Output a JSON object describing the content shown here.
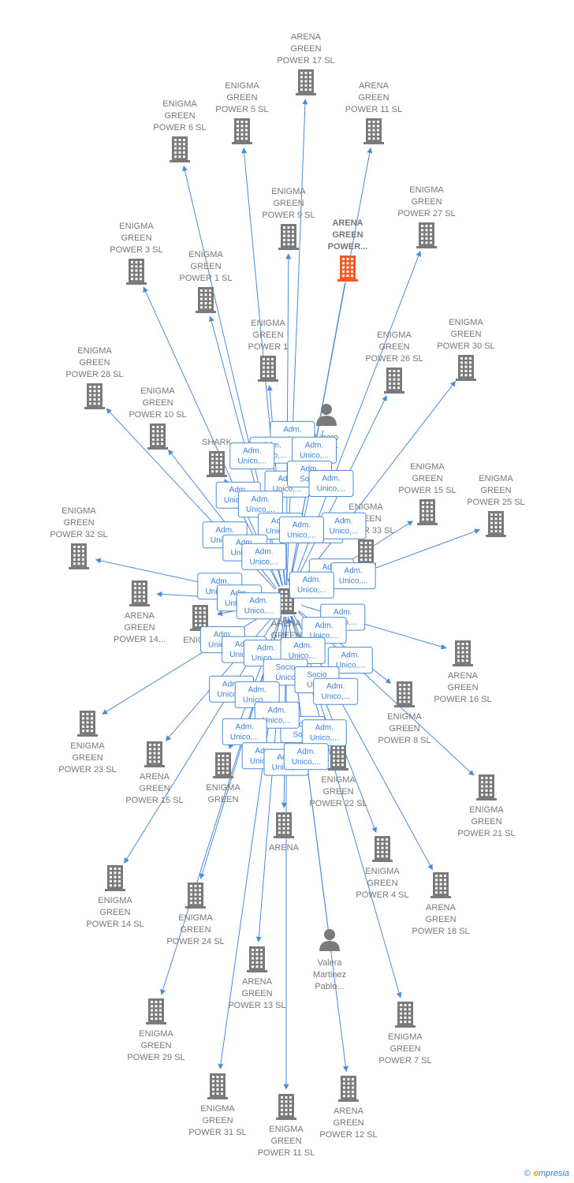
{
  "center": "n_center",
  "colors": {
    "edge": "#4a8ad8",
    "company": "#7a7a7a",
    "focus_company": "#f05a28",
    "person": "#7a7a7a",
    "label": "#777777",
    "badge_text": "#3b7fd0"
  },
  "nodes": [
    {
      "id": "n_center",
      "label": [
        "ARENA",
        "GREEN",
        "POWER  SL"
      ],
      "kind": "company",
      "focus": false
    },
    {
      "id": "n_agp17",
      "label": [
        "ARENA",
        "GREEN",
        "POWER 17  SL"
      ],
      "kind": "company",
      "focus": false
    },
    {
      "id": "n_egp5",
      "label": [
        "ENIGMA",
        "GREEN",
        "POWER 5  SL"
      ],
      "kind": "company",
      "focus": false
    },
    {
      "id": "n_agp11b",
      "label": [
        "ARENA",
        "GREEN",
        "POWER 11  SL"
      ],
      "kind": "company",
      "focus": false
    },
    {
      "id": "n_egp6",
      "label": [
        "ENIGMA",
        "GREEN",
        "POWER 6  SL"
      ],
      "kind": "company",
      "focus": false
    },
    {
      "id": "n_egp9",
      "label": [
        "ENIGMA",
        "GREEN",
        "POWER 9  SL"
      ],
      "kind": "company",
      "focus": false
    },
    {
      "id": "n_agpx",
      "label": [
        "ARENA",
        "GREEN",
        "POWER..."
      ],
      "kind": "company",
      "focus": true
    },
    {
      "id": "n_egp27",
      "label": [
        "ENIGMA",
        "GREEN",
        "POWER 27  SL"
      ],
      "kind": "company",
      "focus": false
    },
    {
      "id": "n_egp3",
      "label": [
        "ENIGMA",
        "GREEN",
        "POWER 3  SL"
      ],
      "kind": "company",
      "focus": false
    },
    {
      "id": "n_egp1",
      "label": [
        "ENIGMA",
        "GREEN",
        "POWER 1  SL"
      ],
      "kind": "company",
      "focus": false
    },
    {
      "id": "n_egp1x",
      "label": [
        "ENIGMA",
        "GREEN",
        "POWER 1"
      ],
      "kind": "company",
      "focus": false
    },
    {
      "id": "n_egp26",
      "label": [
        "ENIGMA",
        "GREEN",
        "POWER 26  SL"
      ],
      "kind": "company",
      "focus": false
    },
    {
      "id": "n_egp30",
      "label": [
        "ENIGMA",
        "GREEN",
        "POWER 30  SL"
      ],
      "kind": "company",
      "focus": false
    },
    {
      "id": "n_ligero",
      "label": [
        "Ligero",
        "Oscar"
      ],
      "kind": "person",
      "focus": false
    },
    {
      "id": "n_egp28",
      "label": [
        "ENIGMA",
        "GREEN",
        "POWER 28  SL"
      ],
      "kind": "company",
      "focus": false
    },
    {
      "id": "n_egp10",
      "label": [
        "ENIGMA",
        "GREEN",
        "POWER 10  SL"
      ],
      "kind": "company",
      "focus": false
    },
    {
      "id": "n_shark",
      "label": [
        "SHARK"
      ],
      "kind": "company",
      "focus": false
    },
    {
      "id": "n_egp15b",
      "label": [
        "ENIGMA",
        "GREEN",
        "POWER 15  SL"
      ],
      "kind": "company",
      "focus": false
    },
    {
      "id": "n_egp25",
      "label": [
        "ENIGMA",
        "GREEN",
        "POWER 25  SL"
      ],
      "kind": "company",
      "focus": false
    },
    {
      "id": "n_egp33",
      "label": [
        "ENIGMA",
        "GREEN",
        "POWER 33  SL"
      ],
      "kind": "company",
      "focus": false
    },
    {
      "id": "n_egp32",
      "label": [
        "ENIGMA",
        "GREEN",
        "POWER 32  SL"
      ],
      "kind": "company",
      "focus": false
    },
    {
      "id": "n_agp14",
      "label": [
        "ARENA",
        "GREEN",
        "POWER 14..."
      ],
      "kind": "company",
      "focus": false
    },
    {
      "id": "n_egpx",
      "label": [
        "ENIGMA"
      ],
      "kind": "company",
      "focus": false
    },
    {
      "id": "n_agp16",
      "label": [
        "ARENA",
        "GREEN",
        "POWER 16  SL"
      ],
      "kind": "company",
      "focus": false
    },
    {
      "id": "n_egp8",
      "label": [
        "ENIGMA",
        "GREEN",
        "POWER 8  SL"
      ],
      "kind": "company",
      "focus": false
    },
    {
      "id": "n_egp23",
      "label": [
        "ENIGMA",
        "GREEN",
        "POWER 23  SL"
      ],
      "kind": "company",
      "focus": false
    },
    {
      "id": "n_agp15",
      "label": [
        "ARENA",
        "GREEN",
        "POWER 15  SL"
      ],
      "kind": "company",
      "focus": false
    },
    {
      "id": "n_egpy",
      "label": [
        "ENIGMA",
        "GREEN"
      ],
      "kind": "company",
      "focus": false
    },
    {
      "id": "n_egp22",
      "label": [
        "ENIGMA",
        "GREEN",
        "POWER 22  SL"
      ],
      "kind": "company",
      "focus": false
    },
    {
      "id": "n_egp21",
      "label": [
        "ENIGMA",
        "GREEN",
        "POWER 21  SL"
      ],
      "kind": "company",
      "focus": false
    },
    {
      "id": "n_arenaz",
      "label": [
        "ARENA"
      ],
      "kind": "company",
      "focus": false
    },
    {
      "id": "n_egp4",
      "label": [
        "ENIGMA",
        "GREEN",
        "POWER 4  SL"
      ],
      "kind": "company",
      "focus": false
    },
    {
      "id": "n_agp18",
      "label": [
        "ARENA",
        "GREEN",
        "POWER 18  SL"
      ],
      "kind": "company",
      "focus": false
    },
    {
      "id": "n_egp14",
      "label": [
        "ENIGMA",
        "GREEN",
        "POWER 14  SL"
      ],
      "kind": "company",
      "focus": false
    },
    {
      "id": "n_egp24",
      "label": [
        "ENIGMA",
        "GREEN",
        "POWER 24  SL"
      ],
      "kind": "company",
      "focus": false
    },
    {
      "id": "n_valera",
      "label": [
        "Valera",
        "Martinez",
        "Pablo..."
      ],
      "kind": "person",
      "focus": false
    },
    {
      "id": "n_agp13",
      "label": [
        "ARENA",
        "GREEN",
        "POWER 13  SL"
      ],
      "kind": "company",
      "focus": false
    },
    {
      "id": "n_egp29",
      "label": [
        "ENIGMA",
        "GREEN",
        "POWER 29  SL"
      ],
      "kind": "company",
      "focus": false
    },
    {
      "id": "n_egp7",
      "label": [
        "ENIGMA",
        "GREEN",
        "POWER 7  SL"
      ],
      "kind": "company",
      "focus": false
    },
    {
      "id": "n_egp31",
      "label": [
        "ENIGMA",
        "GREEN",
        "POWER 31  SL"
      ],
      "kind": "company",
      "focus": false
    },
    {
      "id": "n_egp11",
      "label": [
        "ENIGMA",
        "GREEN",
        "POWER 11  SL"
      ],
      "kind": "company",
      "focus": false
    },
    {
      "id": "n_agp12",
      "label": [
        "ARENA",
        "GREEN",
        "POWER 12  SL"
      ],
      "kind": "company",
      "focus": false
    }
  ],
  "edges": [
    {
      "from": "n_center",
      "to": "n_agp17",
      "label": [
        "Adm.",
        "Unico,..."
      ]
    },
    {
      "from": "n_center",
      "to": "n_egp5",
      "label": [
        "Adm.",
        "Unico,..."
      ]
    },
    {
      "from": "n_center",
      "to": "n_agp11b",
      "label": [
        "Adm.",
        "Unico,..."
      ]
    },
    {
      "from": "n_center",
      "to": "n_egp6",
      "label": [
        "Adm.",
        "Unico,..."
      ]
    },
    {
      "from": "n_center",
      "to": "n_egp9",
      "label": [
        "Adm.",
        "Unico,..."
      ]
    },
    {
      "from": "n_agpx",
      "to": "n_center",
      "label": [
        "Adm.",
        "Solid."
      ]
    },
    {
      "from": "n_center",
      "to": "n_egp27",
      "label": [
        "Adm.",
        "Unico,..."
      ]
    },
    {
      "from": "n_center",
      "to": "n_egp3",
      "label": [
        "Adm.",
        "Unico,..."
      ]
    },
    {
      "from": "n_center",
      "to": "n_egp1",
      "label": [
        "Adm.",
        "Unico,..."
      ]
    },
    {
      "from": "n_center",
      "to": "n_egp1x",
      "label": [
        "Adm.",
        "Unico,..."
      ]
    },
    {
      "from": "n_center",
      "to": "n_egp26",
      "label": [
        "Adm.",
        "Unico,..."
      ]
    },
    {
      "from": "n_center",
      "to": "n_egp30",
      "label": [
        "Adm.",
        "Unico,..."
      ]
    },
    {
      "from": "n_center",
      "to": "n_egp28",
      "label": [
        "Adm.",
        "Unico,..."
      ]
    },
    {
      "from": "n_center",
      "to": "n_egp10",
      "label": [
        "Adm.",
        "Unico,..."
      ]
    },
    {
      "from": "n_center",
      "to": "n_shark",
      "label": [
        "Adm.",
        "Unico,..."
      ]
    },
    {
      "from": "n_center",
      "to": "n_egp15b",
      "label": [
        "Adm.",
        "Unico,..."
      ]
    },
    {
      "from": "n_center",
      "to": "n_egp25",
      "label": [
        "Adm.",
        "Unico,..."
      ]
    },
    {
      "from": "n_center",
      "to": "n_egp33",
      "label": [
        "Adm.",
        "Unico,..."
      ]
    },
    {
      "from": "n_center",
      "to": "n_egp32",
      "label": [
        "Adm.",
        "Unico,..."
      ]
    },
    {
      "from": "n_center",
      "to": "n_agp14",
      "label": [
        "Adm.",
        "Unico,..."
      ]
    },
    {
      "from": "n_center",
      "to": "n_egpx",
      "label": [
        "Adm.",
        "Unico,..."
      ]
    },
    {
      "from": "n_center",
      "to": "n_agp16",
      "label": [
        "Adm.",
        "Unico,..."
      ]
    },
    {
      "from": "n_center",
      "to": "n_egp8",
      "label": [
        "Adm.",
        "Unico,..."
      ]
    },
    {
      "from": "n_center",
      "to": "n_egp23",
      "label": [
        "Adm.",
        "Unico,..."
      ]
    },
    {
      "from": "n_center",
      "to": "n_agp15",
      "label": [
        "Adm.",
        "Unico,..."
      ]
    },
    {
      "from": "n_center",
      "to": "n_egpy",
      "label": [
        "Adm.",
        "Unico,..."
      ]
    },
    {
      "from": "n_center",
      "to": "n_egp22",
      "label": [
        "Adm.",
        "Unico,..."
      ]
    },
    {
      "from": "n_center",
      "to": "n_egp21",
      "label": [
        "Adm.",
        "Unico,..."
      ]
    },
    {
      "from": "n_center",
      "to": "n_arenaz",
      "label": [
        "Socio",
        "Único"
      ]
    },
    {
      "from": "n_center",
      "to": "n_egp4",
      "label": [
        "Socio",
        "Único"
      ]
    },
    {
      "from": "n_center",
      "to": "n_agp18",
      "label": [
        "Adm.",
        "Unico,..."
      ]
    },
    {
      "from": "n_center",
      "to": "n_egp14",
      "label": [
        "Adm.",
        "Unico,..."
      ]
    },
    {
      "from": "n_center",
      "to": "n_egp24",
      "label": [
        "Adm.",
        "Unico,..."
      ]
    },
    {
      "from": "n_valera",
      "to": "n_center",
      "label": [
        "Adm.",
        "Solid."
      ]
    },
    {
      "from": "n_center",
      "to": "n_agp13",
      "label": [
        "Adm.",
        "Unico,..."
      ]
    },
    {
      "from": "n_center",
      "to": "n_egp29",
      "label": [
        "Adm.",
        "Unico,..."
      ]
    },
    {
      "from": "n_center",
      "to": "n_egp7",
      "label": [
        "Adm.",
        "Unico,..."
      ]
    },
    {
      "from": "n_center",
      "to": "n_egp31",
      "label": [
        "Adm.",
        "Unico,..."
      ]
    },
    {
      "from": "n_center",
      "to": "n_egp11",
      "label": [
        "Adm.",
        "Unico,..."
      ]
    },
    {
      "from": "n_center",
      "to": "n_agp12",
      "label": [
        "Adm.",
        "Unico,..."
      ]
    },
    {
      "from": "n_ligero",
      "to": "n_center",
      "label": [
        "Adm.",
        "Unico,..."
      ]
    }
  ],
  "brand": {
    "copyright": "©",
    "name_first": "e",
    "name_rest": "mpresia"
  }
}
